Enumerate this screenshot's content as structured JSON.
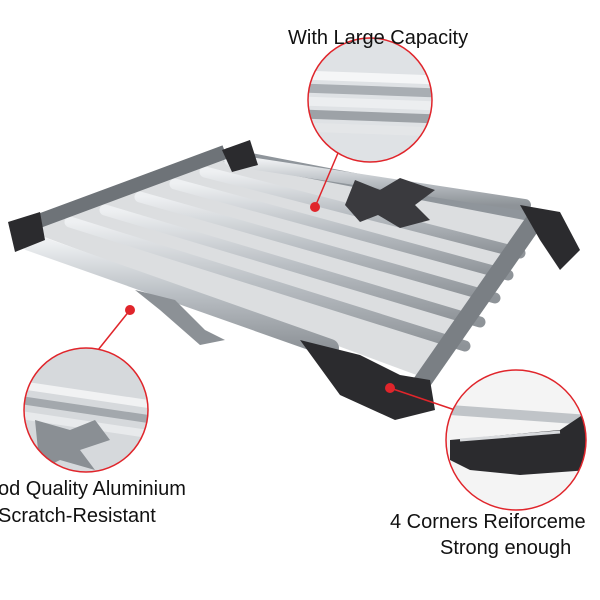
{
  "labels": {
    "capacity": "With Large Capacity",
    "aluminium_line1": "od Quality Aluminium",
    "aluminium_line2": "Scratch-Resistant",
    "corners_line1": "4 Corners Reiforceme",
    "corners_line2": "Strong enough"
  },
  "colors": {
    "callout": "#e0252b",
    "aluminium": "#c8ccd0",
    "corner": "#2b2b2e"
  }
}
